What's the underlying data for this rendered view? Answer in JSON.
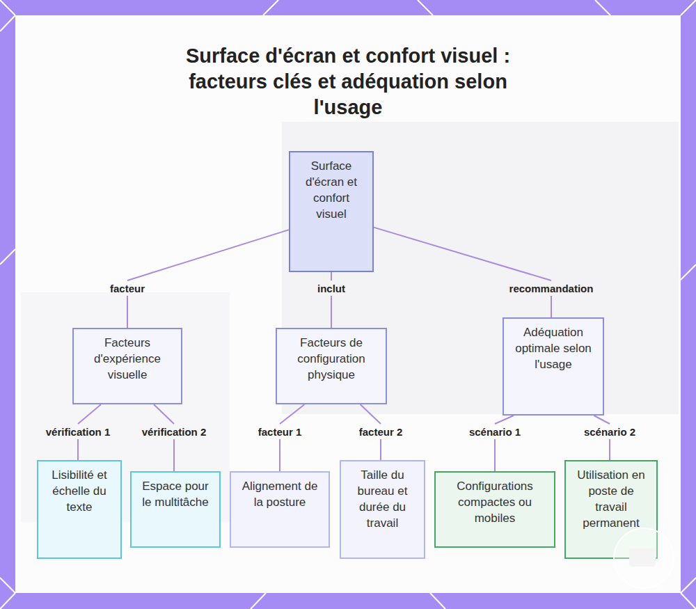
{
  "diagram": {
    "title": "Surface d'écran et confort visuel : facteurs clés et adéquation selon l'usage",
    "nodes": [
      {
        "text": [
          "Surface d'écran et confort visuel"
        ]
      },
      {
        "text": [
          "Facteurs d'expérience visuelle"
        ]
      },
      {
        "text": [
          "Facteurs de configuration physique"
        ]
      },
      {
        "text": [
          "Adéquation optimale selon l'usage"
        ]
      },
      {
        "text": [
          "Lisibilité et échelle du texte"
        ]
      },
      {
        "text": [
          "Espace pour le multitâche"
        ]
      },
      {
        "text": [
          "Alignement de la posture"
        ]
      },
      {
        "text": [
          "Taille du bureau et durée du travail"
        ]
      },
      {
        "text": [
          "Configurations compactes ou mobiles"
        ]
      },
      {
        "text": [
          "Utilisation en poste de travail permanent"
        ]
      }
    ],
    "edges": [
      {
        "from": 0,
        "to": 1,
        "arrow": "none",
        "label": "facteur"
      },
      {
        "from": 0,
        "to": 2,
        "arrow": "none",
        "label": "inclut"
      },
      {
        "from": 0,
        "to": 3,
        "arrow": "none",
        "label": "recommandation"
      },
      {
        "from": 1,
        "to": 4,
        "arrow": "none",
        "label": "vérification 1"
      },
      {
        "from": 1,
        "to": 5,
        "arrow": "none",
        "label": "vérification 2"
      },
      {
        "from": 2,
        "to": 6,
        "arrow": "none",
        "label": "facteur 1"
      },
      {
        "from": 2,
        "to": 7,
        "arrow": "none",
        "label": "facteur 2"
      },
      {
        "from": 3,
        "to": 8,
        "arrow": "none",
        "label": "scénario 1"
      },
      {
        "from": 3,
        "to": 9,
        "arrow": "none",
        "label": "scénario 2"
      }
    ]
  }
}
